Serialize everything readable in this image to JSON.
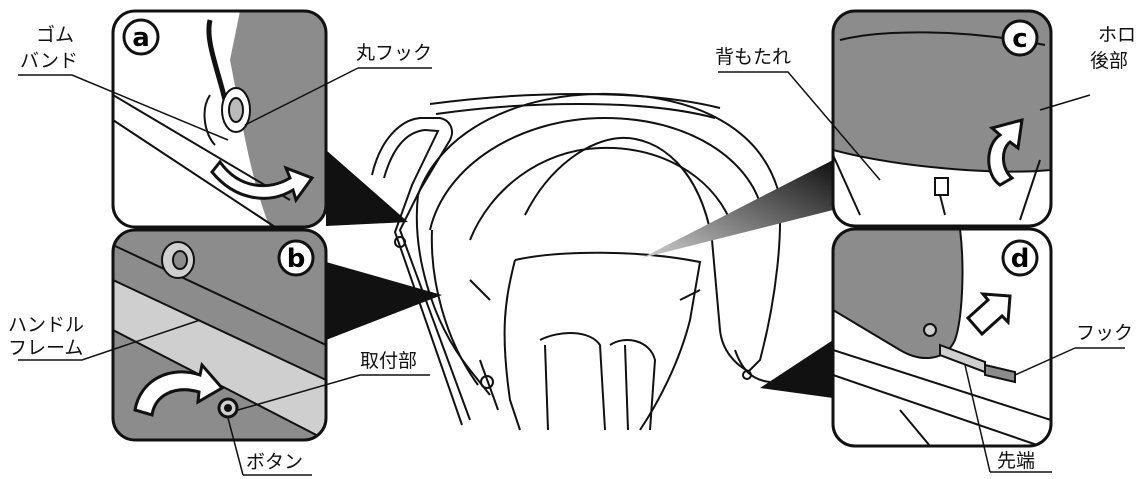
{
  "panels": {
    "a": {
      "badge": "a"
    },
    "b": {
      "badge": "b"
    },
    "c": {
      "badge": "c"
    },
    "d": {
      "badge": "d"
    }
  },
  "labels": {
    "gomu_line1": "ゴム",
    "gomu_line2": "バンド",
    "maru_hook": "丸フック",
    "handle_line1": "ハンドル",
    "handle_line2": "フレーム",
    "toritsuke": "取付部",
    "button": "ボタン",
    "backrest": "背もたれ",
    "hood_line1": "ホロ",
    "hood_line2": "後部",
    "hook": "フック",
    "tip": "先端"
  },
  "colors": {
    "panel_gray": "#8c8c8c",
    "panel_light": "#cfcfcf",
    "line": "#111111",
    "callout_fill": "#111111",
    "callout_gradient_light": "#bdbdbd"
  }
}
